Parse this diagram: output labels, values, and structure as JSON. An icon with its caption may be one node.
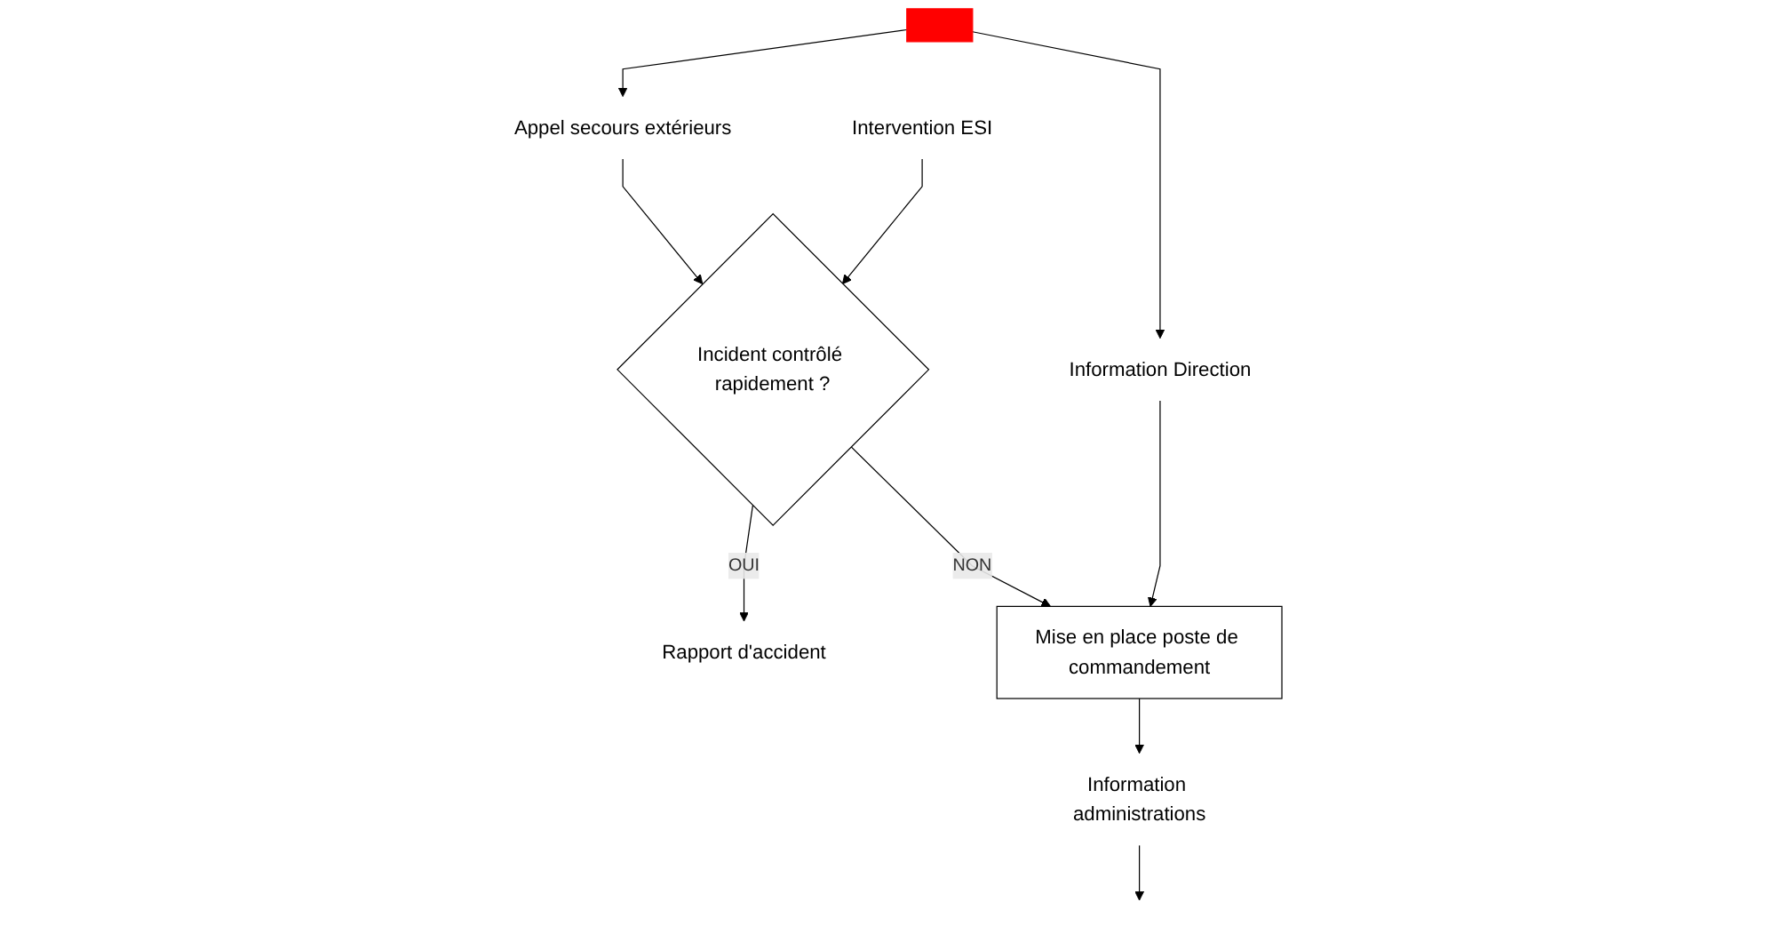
{
  "diagram": {
    "nodes": [
      {
        "text": [],
        "shape": "bar"
      },
      {
        "text": [
          "Information Direction"
        ]
      },
      {
        "text": [
          "Appel secours extérieurs"
        ]
      },
      {
        "text": [
          "Intervention ESI"
        ]
      },
      {
        "text": [
          "Incident contrôlé rapidement ?"
        ]
      },
      {
        "text": [
          "Rapport d'accident"
        ]
      },
      {
        "text": [
          "Mise en place poste de commandement"
        ]
      },
      {
        "text": [
          "Information administrations"
        ]
      }
    ],
    "edges": [
      {
        "from": 0,
        "to": 1,
        "arrow": "to"
      },
      {
        "from": 0,
        "to": 2,
        "arrow": "to"
      },
      {
        "from": 2,
        "to": 4,
        "arrow": "to"
      },
      {
        "from": 3,
        "to": 4,
        "arrow": "to"
      },
      {
        "from": 4,
        "to": 5,
        "label": "OUI",
        "arrow": "to"
      },
      {
        "from": 4,
        "to": 6,
        "label": "NON",
        "arrow": "to"
      },
      {
        "from": 1,
        "to": 6,
        "arrow": "to"
      },
      {
        "from": 6,
        "to": 7,
        "arrow": "to"
      },
      {
        "from": 7,
        "to": null,
        "arrow": "to"
      }
    ]
  }
}
